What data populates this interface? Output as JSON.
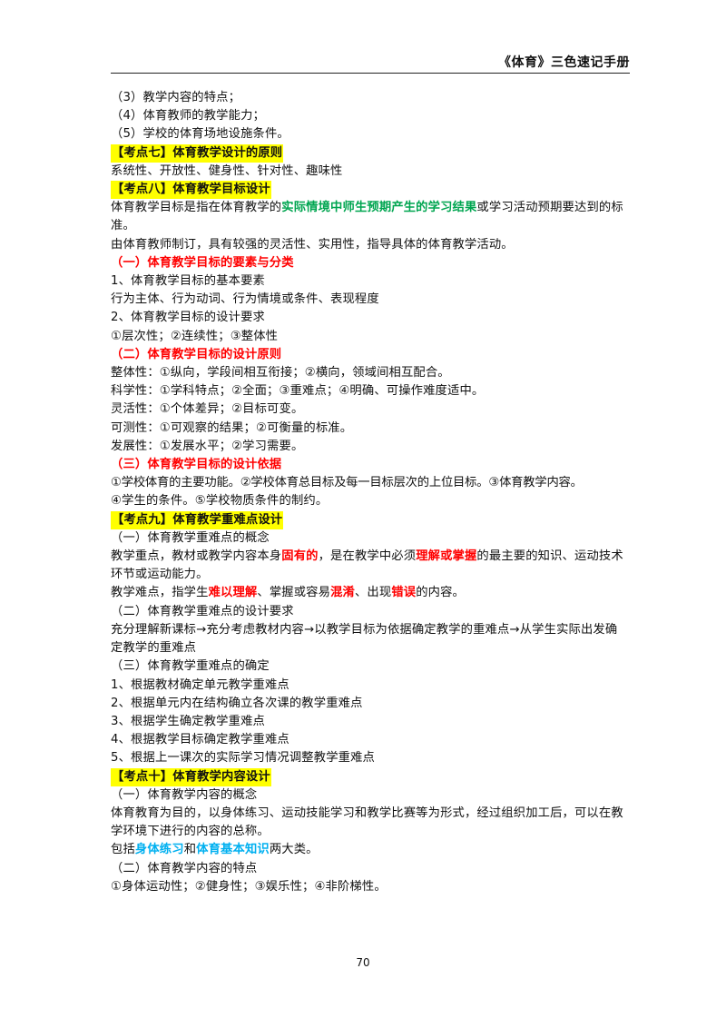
{
  "header": {
    "title": "《体育》三色速记手册"
  },
  "lines": {
    "l1": "（3）教学内容的特点；",
    "l2": "（4）体育教师的教学能力；",
    "l3": "（5）学校的体育场地设施条件。",
    "k7": "【考点七】体育教学设计的原则",
    "l4": "系统性、开放性、健身性、针对性、趣味性",
    "k8": "【考点八】体育教学目标设计",
    "p1a": "体育教学目标是指在体育教学的",
    "p1b": "实际情境中师生预期产生的学习结果",
    "p1c": "或学习活动预期要达到的标准。",
    "l5": "由体育教师制订，具有较强的灵活性、实用性，指导具体的体育教学活动。",
    "s1": "（一）体育教学目标的要素与分类",
    "l6": "1、体育教学目标的基本要素",
    "l7": "行为主体、行为动词、行为情境或条件、表现程度",
    "l8": "2、体育教学目标的设计要求",
    "l9": "①层次性；②连续性；③整体性",
    "s2": "（二）体育教学目标的设计原则",
    "l10": "整体性：①纵向，学段间相互衔接；②横向，领域间相互配合。",
    "l11": "科学性：①学科特点；②全面；③重难点；④明确、可操作难度适中。",
    "l12": "灵活性：①个体差异；②目标可变。",
    "l13": "可测性：①可观察的结果；②可衡量的标准。",
    "l14": "发展性：①发展水平；②学习需要。",
    "s3": "（三）体育教学目标的设计依据",
    "l15": "①学校体育的主要功能。②学校体育总目标及每一目标层次的上位目标。③体育教学内容。",
    "l16": "④学生的条件。⑤学校物质条件的制约。",
    "k9": "【考点九】体育教学重难点设计",
    "l17": "（一）体育教学重难点的概念",
    "p2a": "教学重点，教材或教学内容本身",
    "p2b": "固有的",
    "p2c": "，是在教学中必须",
    "p2d": "理解或掌握",
    "p2e": "的最主要的知识、运动技术环节或运动能力。",
    "p3a": "教学难点，指学生",
    "p3b": "难以理解",
    "p3c": "、掌握或容易",
    "p3d": "混淆",
    "p3e": "、出现",
    "p3f": "错误",
    "p3g": "的内容。",
    "l18": "（二）体育教学重难点的设计要求",
    "p4": "充分理解新课标→充分考虑教材内容→以教学目标为依据确定教学的重难点→从学生实际出发确定教学的重难点",
    "l19": "（三）体育教学重难点的确定",
    "l20": "1、根据教材确定单元教学重难点",
    "l21": "2、根据单元内在结构确立各次课的教学重难点",
    "l22": "3、根据学生确定教学重难点",
    "l23": "4、根据教学目标确定教学重难点",
    "l24": "5、根据上一课次的实际学习情况调整教学重难点",
    "k10": "【考点十】体育教学内容设计",
    "l25": "（一）体育教学内容的概念",
    "p5": "体育教育为目的，以身体练习、运动技能学习和教学比赛等为形式，经过组织加工后，可以在教学环境下进行的内容的总称。",
    "p6a": "包括",
    "p6b": "身体练习",
    "p6c": "和",
    "p6d": "体育基本知识",
    "p6e": "两大类。",
    "l26": "（二）体育教学内容的特点",
    "l27": "①身体运动性；②健身性；③娱乐性；④非阶梯性。"
  },
  "footer": {
    "page_number": "70"
  },
  "colors": {
    "highlight_yellow": "#ffff00",
    "section_red": "#ff0000",
    "key_green": "#00a550",
    "key_blue": "#00b0f0"
  }
}
